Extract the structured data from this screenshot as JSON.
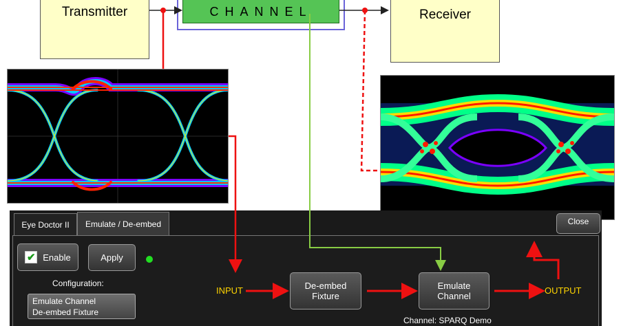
{
  "diagram": {
    "transmitter_label": "Transmitter",
    "channel_label": "CHANNEL",
    "receiver_label": "Receiver"
  },
  "panel": {
    "tabs": [
      {
        "label": "Eye Doctor II"
      },
      {
        "label": "Emulate / De-embed"
      }
    ],
    "close_label": "Close",
    "enable_label": "Enable",
    "enable_checked": true,
    "apply_label": "Apply",
    "status_led_color": "#22dd22",
    "configuration_label": "Configuration:",
    "configuration_value": [
      "Emulate Channel",
      "De-embed Fixture"
    ],
    "input_label": "INPUT",
    "deembed_button": [
      "De-embed",
      "Fixture"
    ],
    "emulate_button": [
      "Emulate",
      "Channel"
    ],
    "output_label": "OUTPUT",
    "channel_name": "Channel: SPARQ Demo"
  },
  "colors": {
    "path_red": "#ee1111",
    "path_green": "#88cc44",
    "label_yellow": "#ffd400",
    "block_fill": "#ffffc8",
    "channel_fill": "#55c455"
  }
}
